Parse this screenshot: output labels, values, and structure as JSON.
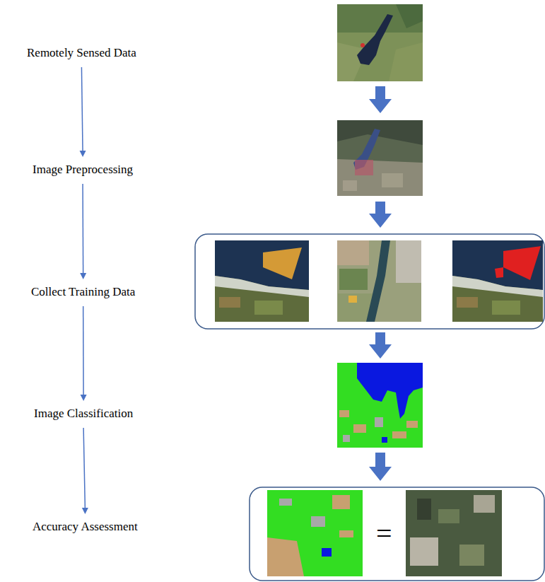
{
  "diagram": {
    "nodes": [
      {
        "text": [
          "Remotely Sensed Data"
        ]
      },
      {
        "text": [
          "Image Preprocessing"
        ]
      },
      {
        "text": [
          "Collect Training Data"
        ]
      },
      {
        "text": [
          "Image Classification"
        ]
      },
      {
        "text": [
          "Accuracy Assessment"
        ]
      }
    ],
    "edges": [
      {
        "from": 0,
        "to": 1,
        "arrow": "to"
      },
      {
        "from": 1,
        "to": 2,
        "arrow": "to"
      },
      {
        "from": 2,
        "to": 3,
        "arrow": "to"
      },
      {
        "from": 3,
        "to": 4,
        "arrow": "to"
      }
    ],
    "labels": [
      "="
    ]
  }
}
